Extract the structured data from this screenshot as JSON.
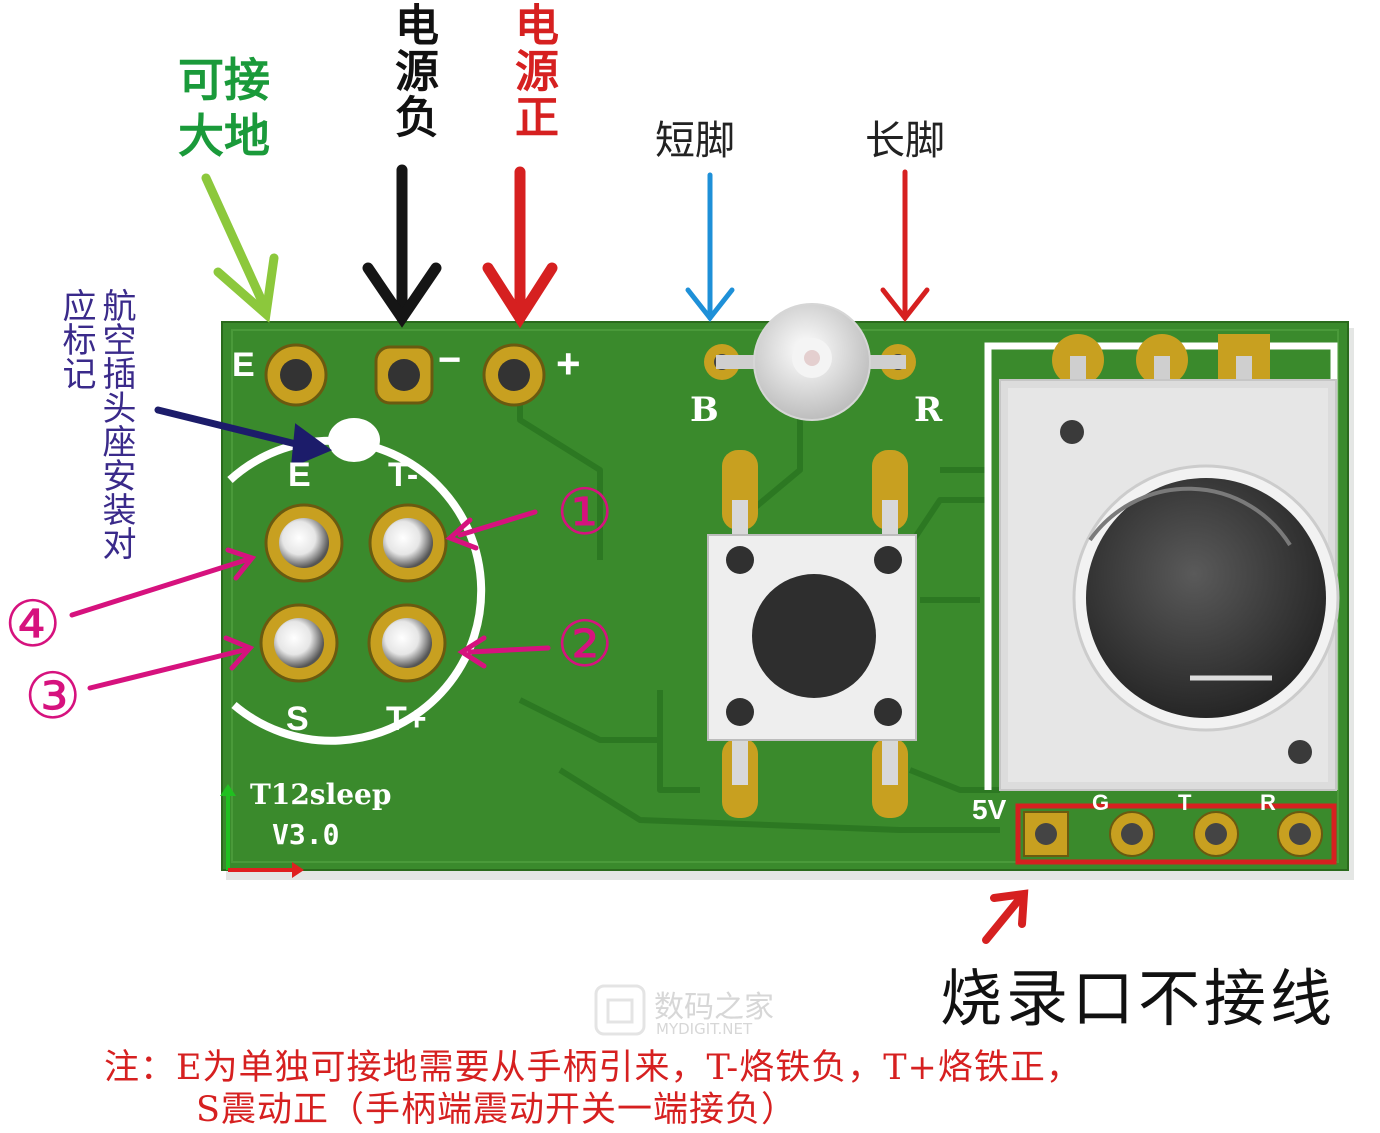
{
  "top_labels": {
    "ground": "可接大地",
    "power_negative": "电源负",
    "power_positive": "电源正",
    "short_leg": "短脚",
    "long_leg": "长脚"
  },
  "side_label": "航空插头座安装对应标记",
  "circle_markers": [
    "①",
    "②",
    "③",
    "④"
  ],
  "pcb": {
    "pad_labels_top": {
      "e": "E",
      "minus": "−",
      "plus": "+"
    },
    "led_labels": {
      "b": "B",
      "r": "R"
    },
    "socket_labels": {
      "e": "E",
      "t_minus": "T-",
      "s": "S",
      "t_plus": "T+"
    },
    "board_name": "T12sleep",
    "version": "V3.0",
    "header_labels": [
      "5V",
      "G",
      "T",
      "R"
    ]
  },
  "burn_port_note": "烧录口不接线",
  "watermark": {
    "main": "数码之家",
    "sub": "MYDIGIT.NET"
  },
  "note_lines": [
    "注：E为单独可接地需要从手柄引来，T-烙铁负，T+烙铁正，",
    "S震动正（手柄端震动开关一端接负）"
  ],
  "colors": {
    "pcb_green": "#3a8a2c",
    "trace_green": "#2f7a24",
    "gold": "#c8a020",
    "arrow_red": "#d62020",
    "arrow_blue": "#1e90d8",
    "arrow_lime": "#8cc83c",
    "marker_pink": "#d6127e",
    "note_red": "#d62020"
  }
}
